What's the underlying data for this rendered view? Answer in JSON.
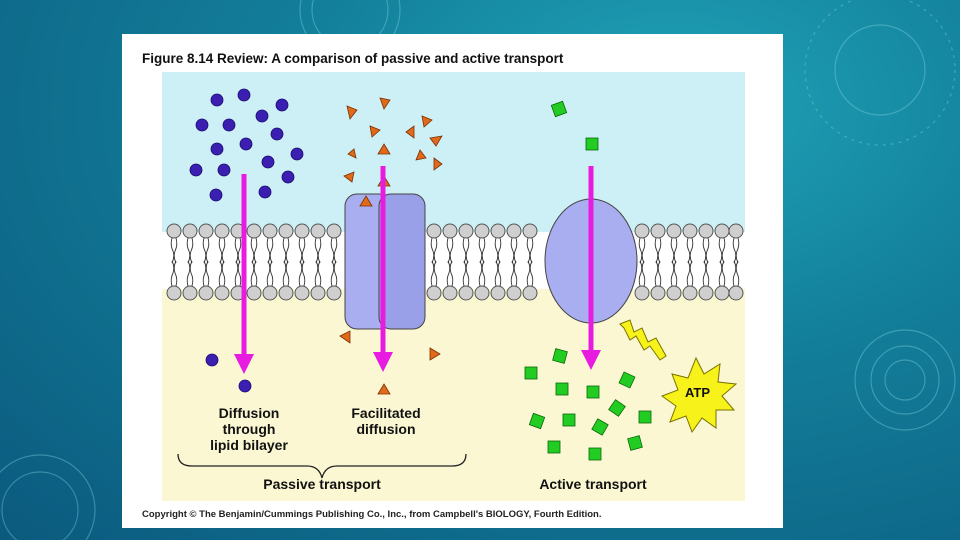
{
  "figure": {
    "title": "Figure 8.14  Review: A comparison of passive and active transport",
    "copyright": "Copyright © The Benjamin/Cummings Publishing Co., Inc., from Campbell's BIOLOGY, Fourth Edition."
  },
  "labels": {
    "diffusion": [
      "Diffusion",
      "through",
      "lipid bilayer"
    ],
    "facilitated": [
      "Facilitated",
      "diffusion"
    ],
    "atp": "ATP",
    "passive_transport": "Passive transport",
    "active_transport": "Active transport"
  },
  "colors": {
    "extracellular": "#ccf0f6",
    "cytoplasm": "#fbf7d2",
    "arrow": "#e81ce0",
    "molecule_circle": "#3b1fb0",
    "molecule_triangle": "#e06a1a",
    "molecule_square": "#22cc22",
    "protein": "#a9aef0",
    "atp_burst": "#f6f21a"
  }
}
